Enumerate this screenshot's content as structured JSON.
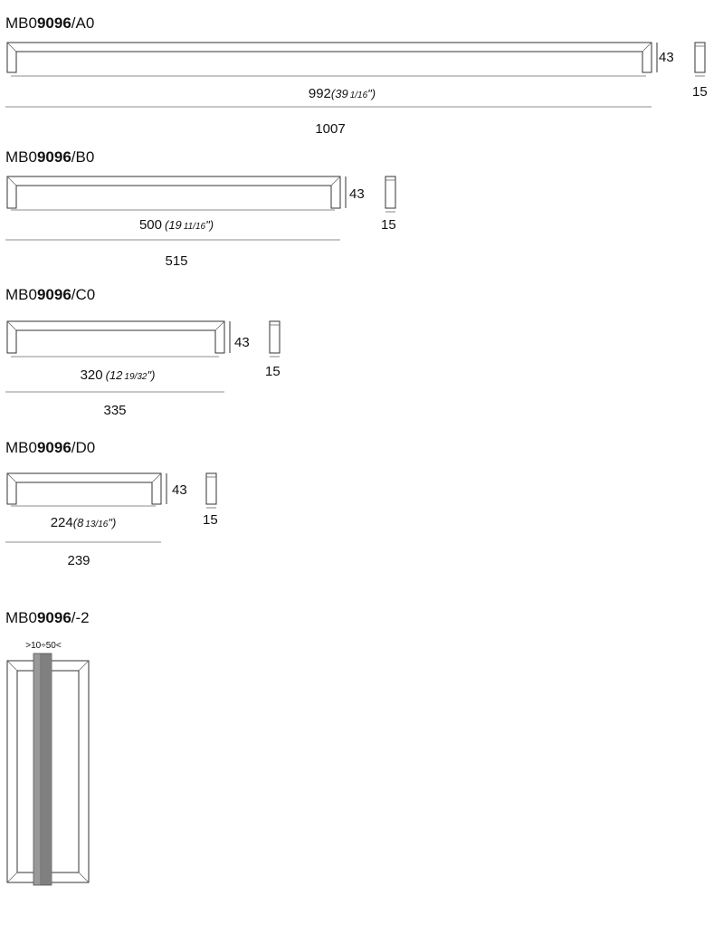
{
  "variants": [
    {
      "code_prefix": "MB0",
      "code_bold": "9096",
      "code_suffix": "/A0",
      "center_distance": "992",
      "inch_whole": "(39",
      "inch_frac": "1/16",
      "inch_close": "\")",
      "height": "43",
      "depth": "15",
      "total_length": "1007"
    },
    {
      "code_prefix": "MB0",
      "code_bold": "9096",
      "code_suffix": "/B0",
      "center_distance": "500",
      "inch_whole": "(19",
      "inch_frac": "11/16",
      "inch_close": "\")",
      "height": "43",
      "depth": "15",
      "total_length": "515"
    },
    {
      "code_prefix": "MB0",
      "code_bold": "9096",
      "code_suffix": "/C0",
      "center_distance": "320",
      "inch_whole": "(12",
      "inch_frac": "19/32",
      "inch_close": "\")",
      "height": "43",
      "depth": "15",
      "total_length": "335"
    },
    {
      "code_prefix": "MB0",
      "code_bold": "9096",
      "code_suffix": "/D0",
      "center_distance": "224",
      "inch_whole": "(8",
      "inch_frac": "13/16",
      "inch_close": "\")",
      "height": "43",
      "depth": "15",
      "total_length": "239"
    }
  ],
  "back_to_back": {
    "code_prefix": "MB0",
    "code_bold": "9096",
    "code_suffix": "/-2",
    "door_thickness": ">10÷50<"
  }
}
